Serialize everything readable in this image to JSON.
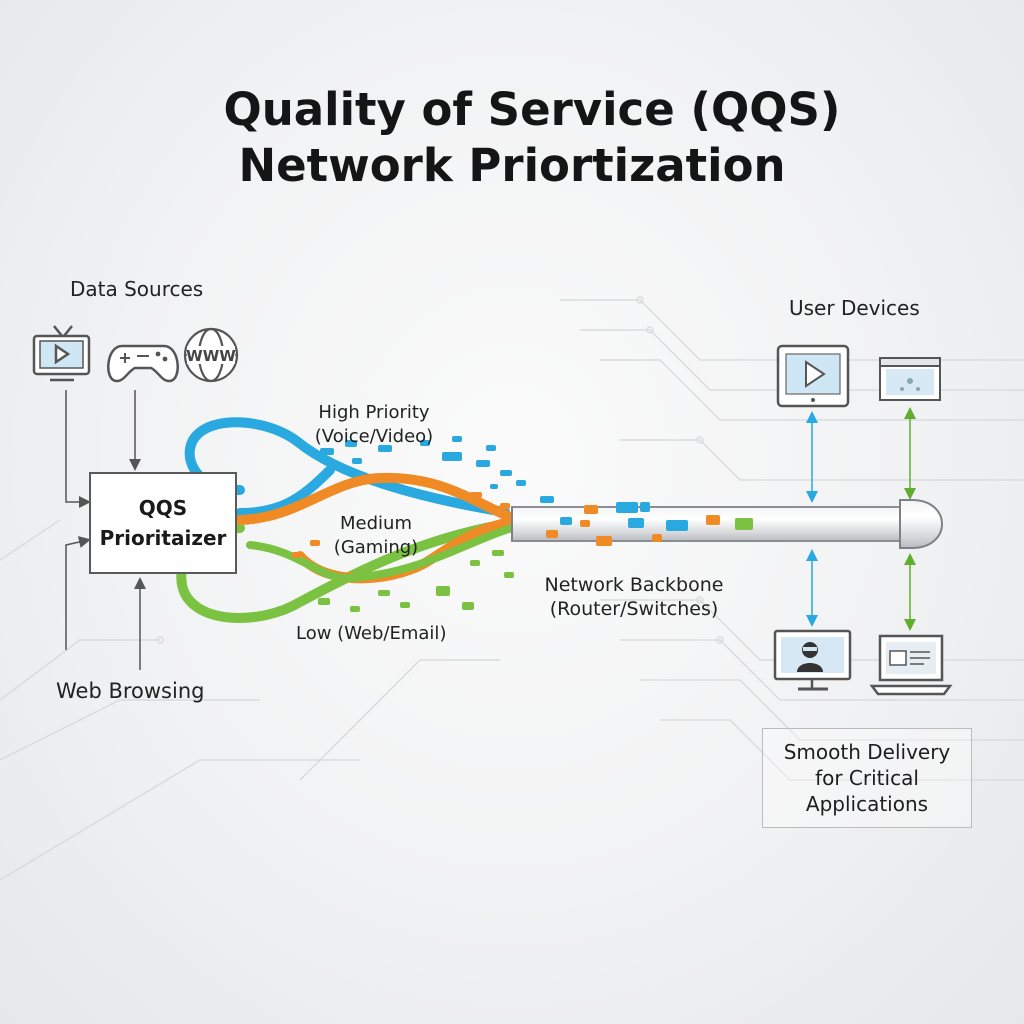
{
  "title": {
    "line1": "Quality of Service (QQS)",
    "line2": "Network Priortization"
  },
  "sources": {
    "label": "Data Sources",
    "icons": [
      "tv-icon",
      "gamepad-icon",
      "www-globe-icon"
    ]
  },
  "prioritizer": {
    "line1": "QQS",
    "line2": "Prioritaizer"
  },
  "web_browsing": {
    "label": "Web Browsing"
  },
  "lanes": {
    "high": {
      "line1": "High Priority",
      "line2": "(Voice/Video)",
      "color": "#2aa8e0"
    },
    "medium": {
      "line1": "Medium",
      "line2": "(Gaming)",
      "color": "#f08a24"
    },
    "low": {
      "label": "Low (Web/Email)",
      "color": "#7cc242"
    }
  },
  "backbone": {
    "line1": "Network Backbone",
    "line2": "(Router/Switches)"
  },
  "devices": {
    "label": "User Devices",
    "icons": [
      "tablet-play-icon",
      "browser-window-icon",
      "monitor-user-icon",
      "laptop-icon"
    ]
  },
  "delivery": {
    "line1": "Smooth Delivery",
    "line2": "for Critical",
    "line3": "Applications"
  },
  "colors": {
    "blue": "#2aa8e0",
    "orange": "#f08a24",
    "green": "#7cc242",
    "outline": "#555555"
  }
}
